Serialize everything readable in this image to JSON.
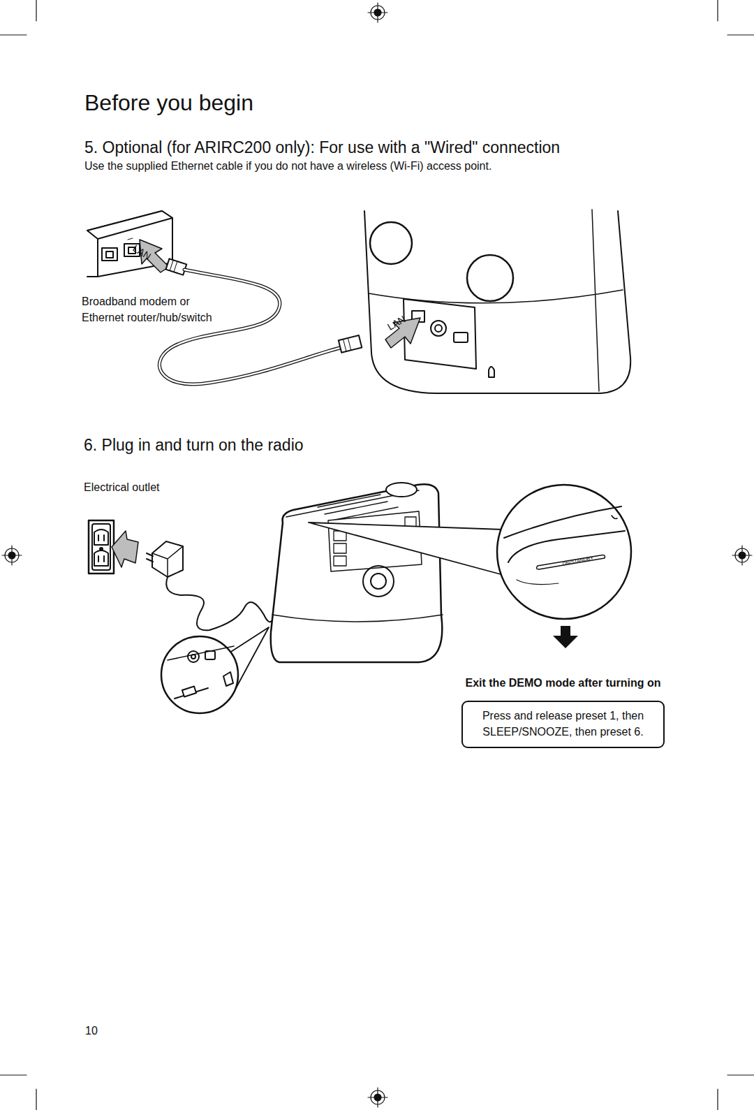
{
  "diagram": {
    "title": "Before you begin",
    "nodes": [
      {
        "text": [
          "Exit the DEMO mode after turning on",
          "Press and release preset 1, then SLEEP/SNOOZE, then preset 6."
        ]
      }
    ],
    "labels": [
      "5. Optional (for ARIRC200 only): For use with a \"Wired\" connection",
      "Use the supplied Ethernet cable if you do not have a wireless (Wi-Fi) access point.",
      "LAN",
      "Broadband modem or Ethernet router/hub/switch",
      "LAN",
      "6. Plug in and turn on the radio",
      "Electrical outlet",
      "ON/STANDBY",
      "10"
    ]
  }
}
